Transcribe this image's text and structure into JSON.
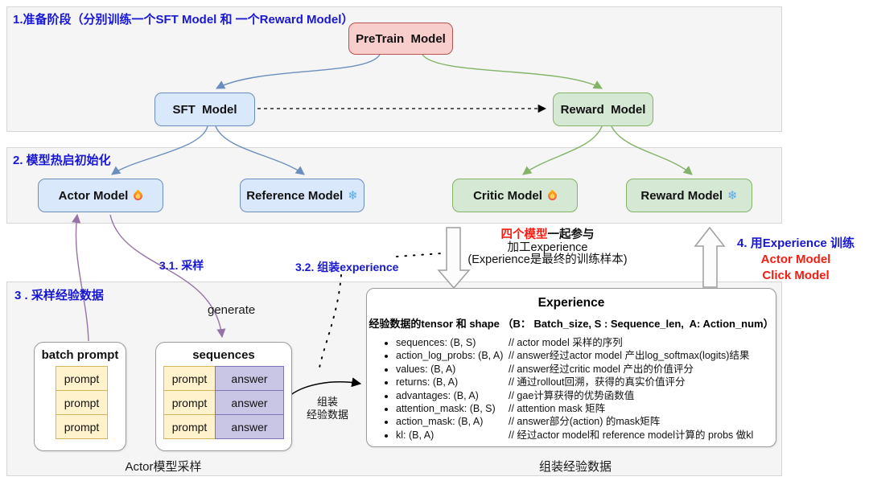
{
  "sections": {
    "prep": {
      "title": "1.准备阶段（分别训练一个SFT Model 和 一个Reward Model）"
    },
    "init": {
      "title": "2. 模型热启初始化"
    },
    "sample": {
      "title": "3 . 采样经验数据"
    }
  },
  "boxes": {
    "pretrain": "PreTrain  Model",
    "sft": "SFT  Model",
    "reward_top": "Reward  Model",
    "actor": "Actor Model",
    "reference": "Reference Model",
    "critic": "Critic Model",
    "reward": "Reward Model"
  },
  "icons": {
    "snowflake": "❄",
    "fire": "fire-icon"
  },
  "labels": {
    "step31": "3.1. 采样",
    "generate": "generate",
    "step32": "3.2. 组装experience",
    "four_models_red": "四个模型",
    "four_models_black": "一起参与",
    "process_line2": "加工experience",
    "process_line3": "(Experience是最终的训练样本)",
    "step4_title": "4. 用Experience 训练",
    "step4_line2": "Actor Model",
    "step4_line3": "Click Model",
    "assemble_line1": "组装",
    "assemble_line2": "经验数据",
    "caption_left": "Actor模型采样",
    "caption_right": "组装经验数据"
  },
  "batch_prompt": {
    "title": "batch prompt",
    "cells": [
      "prompt",
      "prompt",
      "prompt"
    ]
  },
  "sequences": {
    "title": "sequences",
    "rows": [
      {
        "prompt": "prompt",
        "answer": "answer"
      },
      {
        "prompt": "prompt",
        "answer": "answer"
      },
      {
        "prompt": "prompt",
        "answer": "answer"
      }
    ]
  },
  "experience": {
    "title": "Experience",
    "subtitle": "经验数据的tensor 和 shape （B： Batch_size, S : Sequence_len,  A: Action_num）",
    "items": [
      {
        "name": "sequences: (B, S)",
        "comment": "// actor model 采样的序列"
      },
      {
        "name": "action_log_probs: (B, A)",
        "comment": "// answer经过actor model 产出log_softmax(logits)结果"
      },
      {
        "name": "values: (B, A)",
        "comment": "// answer经过critic model 产出的价值评分"
      },
      {
        "name": "returns: (B, A)",
        "comment": "// 通过rollout回溯，获得的真实价值评分"
      },
      {
        "name": "advantages: (B, A)",
        "comment": "// gae计算获得的优势函数值"
      },
      {
        "name": "attention_mask: (B, S)",
        "comment": "// attention mask 矩阵"
      },
      {
        "name": "action_mask: (B, A)",
        "comment": "// answer部分(action) 的mask矩阵"
      },
      {
        "name": "kl: (B, A)",
        "comment": "// 经过actor model和 reference model计算的 probs 做kl"
      }
    ]
  },
  "colors": {
    "accent_blue": "#1717d4",
    "accent_red": "#f51d12",
    "box_blue_fill": "#dae8fc",
    "box_blue_stroke": "#6c8ebf",
    "box_green_fill": "#d5e8d4",
    "box_green_stroke": "#82b366",
    "box_pink_fill": "#f8cecc",
    "box_pink_stroke": "#b85450",
    "cell_yellow_fill": "#fff2cc",
    "cell_yellow_stroke": "#d6b656",
    "cell_purple_fill": "#c9c5e4",
    "cell_purple_stroke": "#7d76b4",
    "connector_purple": "#9673a6",
    "panel_bg": "#f5f5f5"
  }
}
